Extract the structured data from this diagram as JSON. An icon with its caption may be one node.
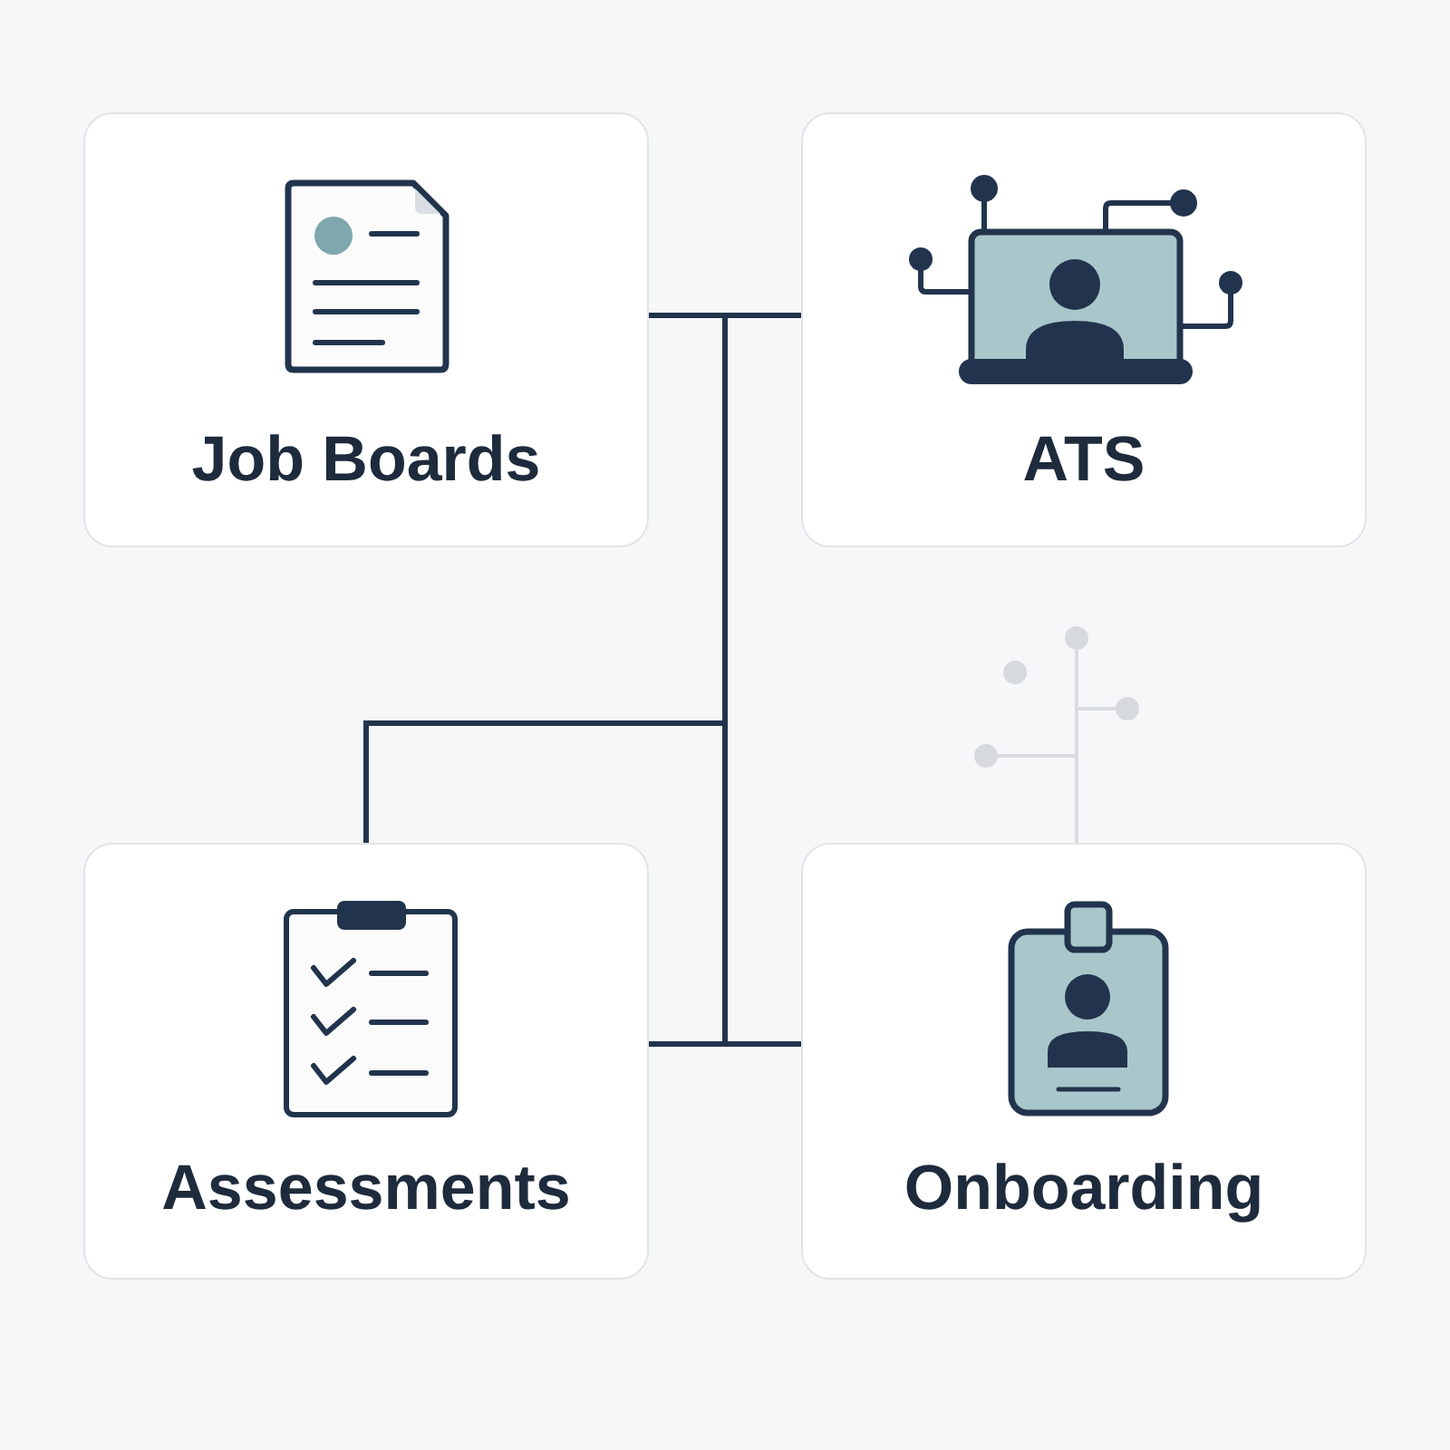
{
  "diagram": {
    "nodes": [
      {
        "text": [
          "Job Boards"
        ]
      },
      {
        "text": [
          "ATS"
        ]
      },
      {
        "text": [
          "Assessments"
        ]
      },
      {
        "text": [
          "Onboarding"
        ]
      }
    ],
    "edges": [
      {
        "from": 0,
        "to": 1,
        "arrow": "none"
      },
      {
        "from": 2,
        "to": 3,
        "arrow": "none"
      },
      {
        "from": 0,
        "to": 2,
        "arrow": "none"
      },
      {
        "from": 3,
        "to": 2,
        "arrow": "none"
      }
    ]
  }
}
